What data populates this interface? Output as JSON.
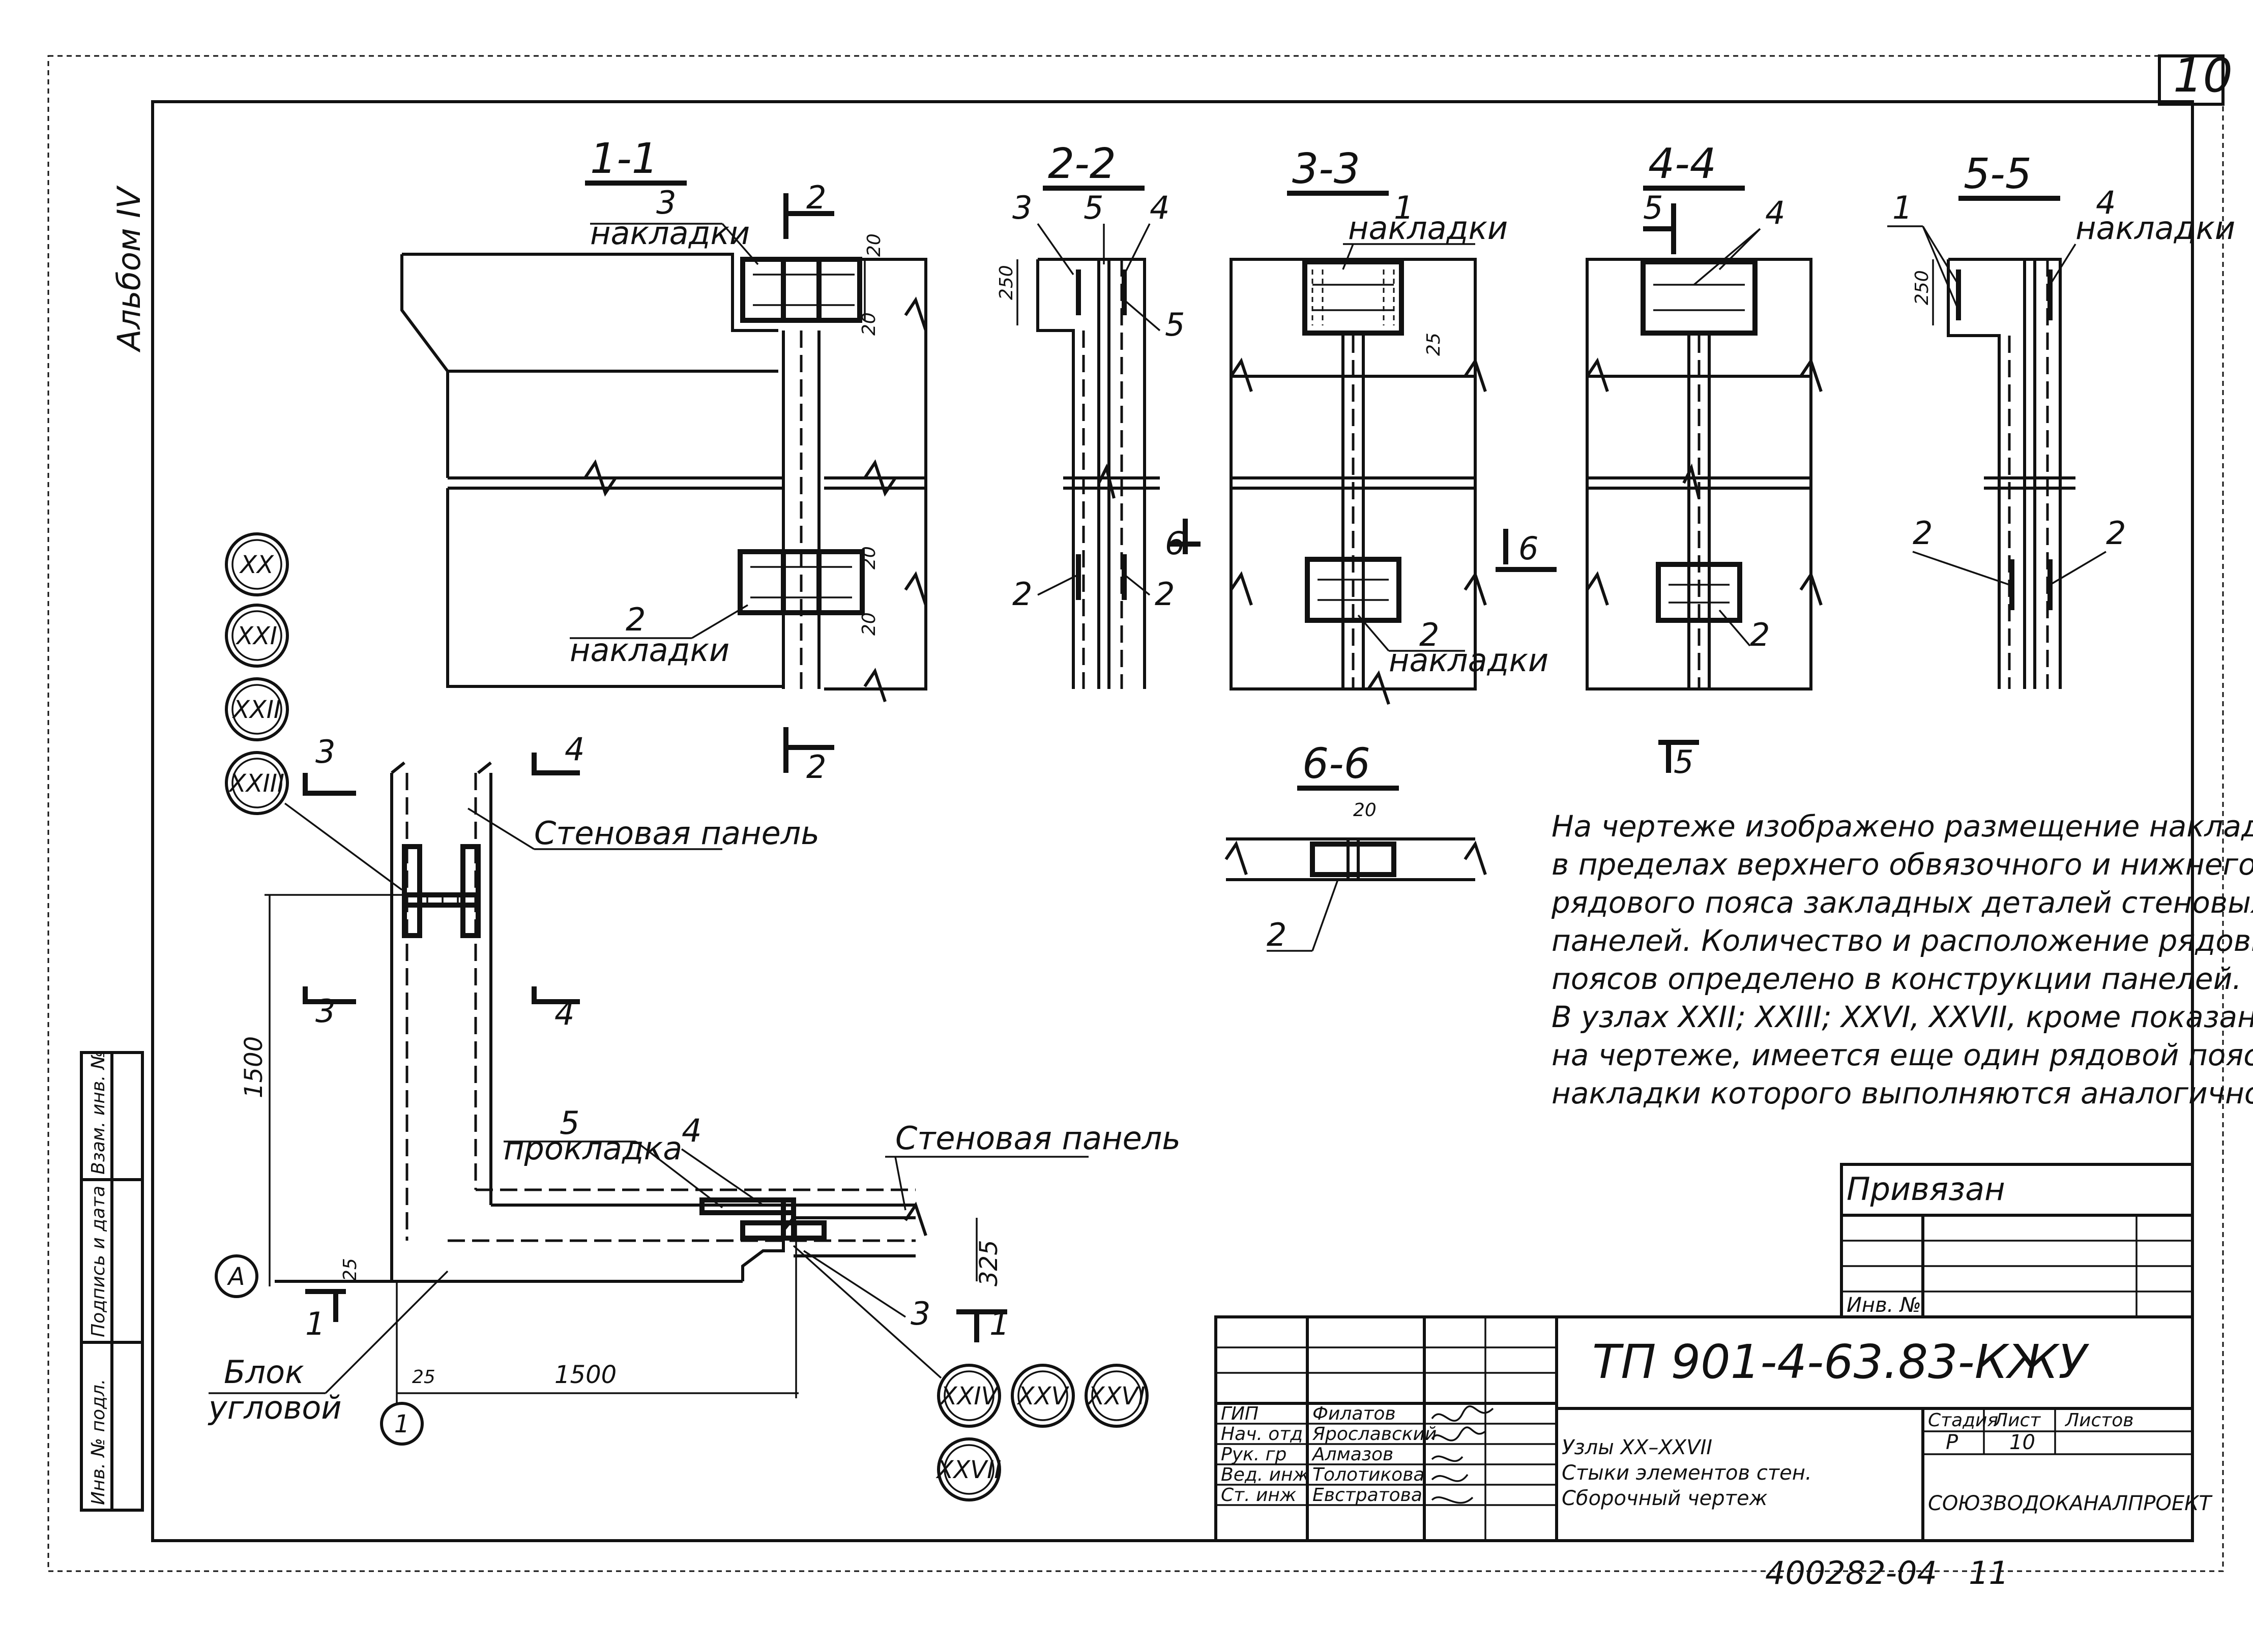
{
  "sheet": {
    "sheet_number": "10",
    "album": "Альбом IV",
    "doc_code": "ТП 901-4-63.83-КЖУ",
    "stamp_org": "СОЮЗВОДОКАНАЛПРОЕКТ",
    "bottom_code": "400282-04",
    "bottom_page": "11"
  },
  "sections": {
    "s11": "1-1",
    "s22": "2-2",
    "s33": "3-3",
    "s44": "4-4",
    "s55": "5-5",
    "s66": "6-6"
  },
  "labels": {
    "nakladki": "накладки",
    "prokladka": "прокладка",
    "panel": "Стеновая панель",
    "block_1": "Блок",
    "block_2": "угловой",
    "n1": "1",
    "n2": "2",
    "n3": "3",
    "n4": "4",
    "n5": "5",
    "n6": "6",
    "axis_a": "А",
    "axis_1": "1"
  },
  "dims": {
    "d20": "20",
    "d250": "250",
    "d1500": "1500",
    "d325": "325",
    "d25": "25"
  },
  "nodes": [
    "XX",
    "XXI",
    "XXII",
    "XXIII",
    "XXIV",
    "XXV",
    "XXVI",
    "XXVII"
  ],
  "note": [
    "На чертеже изображено размещение накладок",
    "в пределах верхнего обвязочного и нижнего",
    "рядового пояса закладных деталей стеновых",
    "панелей. Количество и расположение рядовых",
    "поясов определено в конструкции панелей.",
    "В узлах XXII; XXIII; XXVI, XXVII, кроме показанного",
    "на чертеже, имеется еще один рядовой пояс,",
    "накладки которого выполняются аналогично."
  ],
  "title_block": {
    "privyazan": "Привязан",
    "inv_no": "Инв. №",
    "roles": [
      "ГИП",
      "Нач. отд",
      "Рук. гр",
      "Вед. инж",
      "Ст. инж"
    ],
    "names": [
      "Филатов",
      "Ярославский",
      "Алмазов",
      "Толотикова",
      "Евстратова"
    ],
    "title_lines": [
      "Узлы XX–XXVII",
      "Стыки элементов стен.",
      "Сборочный чертеж"
    ],
    "stage_h": "Стадия",
    "sheet_h": "Лист",
    "sheets_h": "Листов",
    "stage": "Р",
    "sheet": "10",
    "sheets": ""
  },
  "side_stamp": [
    "Инв. № подл.",
    "Подпись и дата",
    "Взам. инв. №"
  ]
}
